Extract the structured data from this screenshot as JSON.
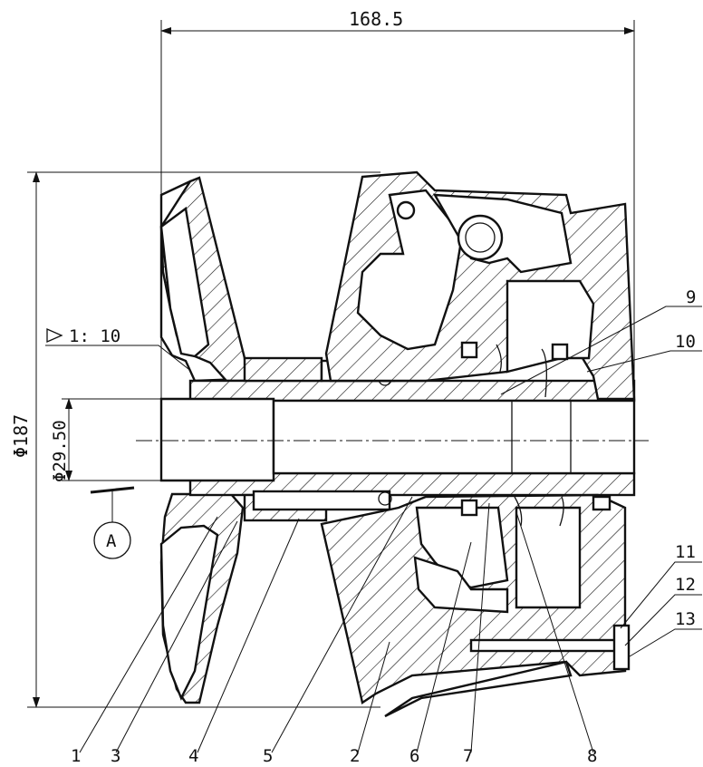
{
  "dimensions": {
    "overall_length": "168.5",
    "outer_diameter": "Φ187",
    "bore_diameter": "Φ29.50",
    "taper": "1: 10"
  },
  "datum": "A",
  "part_numbers": [
    "1",
    "2",
    "3",
    "4",
    "5",
    "6",
    "7",
    "8",
    "9",
    "10",
    "11",
    "12",
    "13"
  ]
}
